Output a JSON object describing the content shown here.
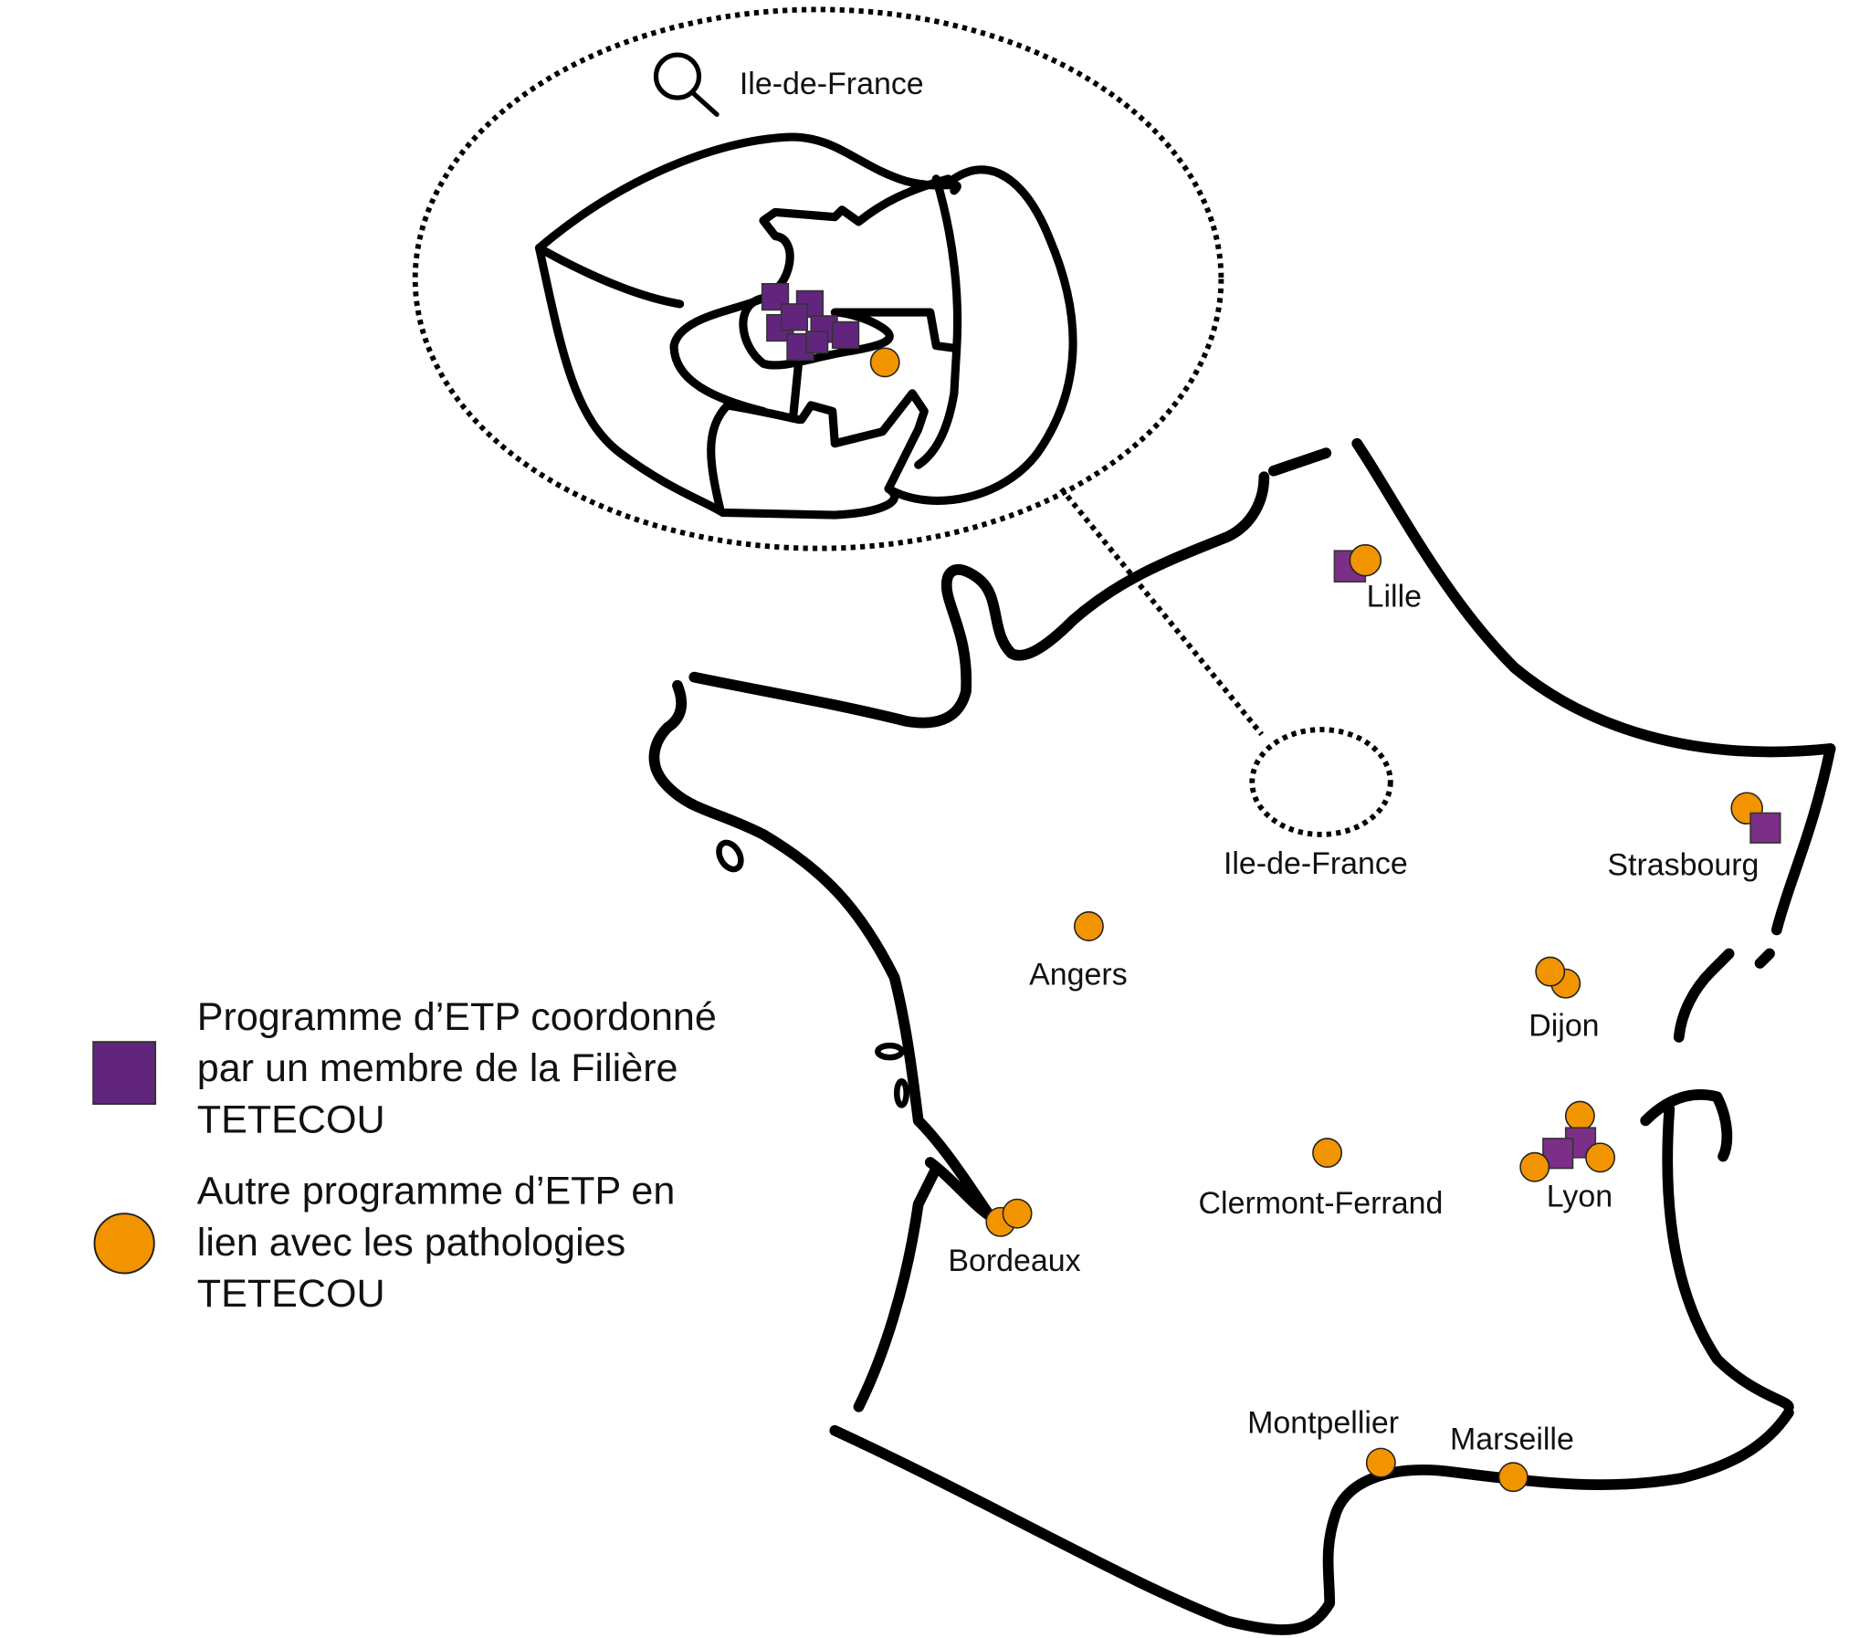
{
  "colors": {
    "coordinated_program": "#62257D",
    "coordinated_program_map": "#7B2F86",
    "other_program": "#F29400",
    "outline": "#000000",
    "background": "#FFFFFF"
  },
  "inset": {
    "title": "Ile-de-France",
    "icon": "magnifier-icon",
    "markers": [
      {
        "type": "square"
      },
      {
        "type": "square"
      },
      {
        "type": "square"
      },
      {
        "type": "square"
      },
      {
        "type": "square"
      },
      {
        "type": "square"
      },
      {
        "type": "square"
      },
      {
        "type": "square"
      },
      {
        "type": "circle"
      }
    ]
  },
  "map": {
    "idf_label": "Ile-de-France",
    "cities": [
      {
        "name": "Lille",
        "coordinated_programs": 1,
        "other_programs": 1
      },
      {
        "name": "Strasbourg",
        "coordinated_programs": 1,
        "other_programs": 1
      },
      {
        "name": "Dijon",
        "coordinated_programs": 0,
        "other_programs": 2
      },
      {
        "name": "Lyon",
        "coordinated_programs": 2,
        "other_programs": 3
      },
      {
        "name": "Angers",
        "coordinated_programs": 0,
        "other_programs": 1
      },
      {
        "name": "Clermont-Ferrand",
        "coordinated_programs": 0,
        "other_programs": 1
      },
      {
        "name": "Bordeaux",
        "coordinated_programs": 0,
        "other_programs": 2
      },
      {
        "name": "Montpellier",
        "coordinated_programs": 0,
        "other_programs": 1
      },
      {
        "name": "Marseille",
        "coordinated_programs": 0,
        "other_programs": 1
      }
    ]
  },
  "legend": {
    "items": [
      {
        "symbol": "square",
        "lines": [
          "Programme d’ETP coordonné",
          "par un membre de la Filière",
          "TETECOU"
        ]
      },
      {
        "symbol": "circle",
        "lines": [
          "Autre programme d’ETP en",
          "lien avec les pathologies",
          "TETECOU"
        ]
      }
    ]
  }
}
